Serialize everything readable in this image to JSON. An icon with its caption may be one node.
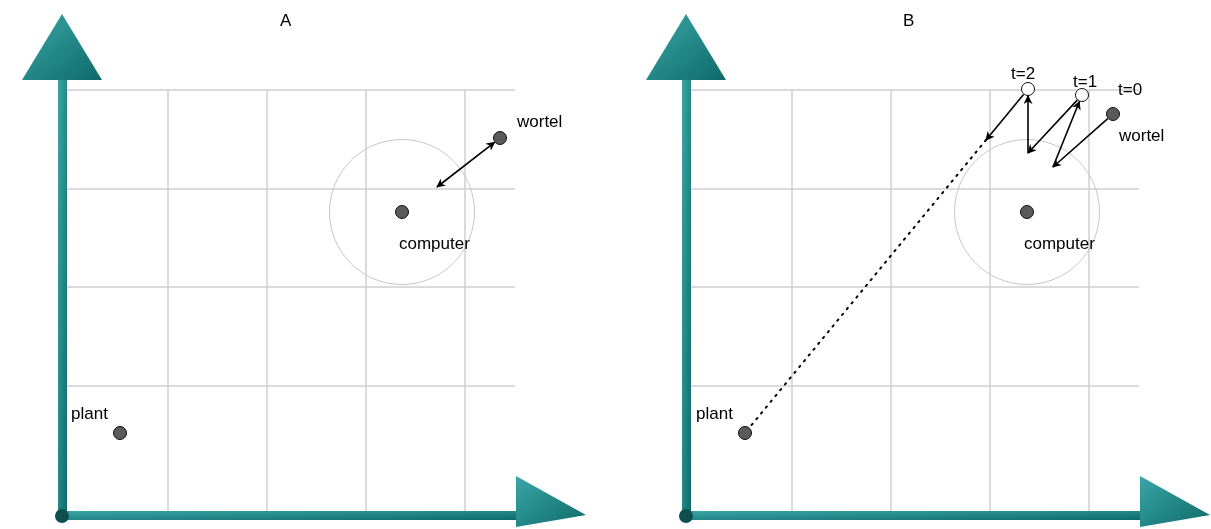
{
  "diagram": {
    "nodes": [
      {
        "text": [
          "plant"
        ]
      },
      {
        "text": [
          "computer"
        ]
      },
      {
        "text": [
          "wortel"
        ]
      },
      {
        "text": [
          "plant"
        ]
      },
      {
        "text": [
          "computer"
        ]
      },
      {
        "text": [
          "t=0",
          "wortel"
        ]
      },
      {
        "text": [
          "t=1"
        ]
      },
      {
        "text": [
          "t=2"
        ]
      }
    ],
    "edges": [
      {
        "from": 2,
        "to": 1,
        "arrow": "both"
      },
      {
        "from": 5,
        "to": 4,
        "arrow": "to"
      },
      {
        "from": 4,
        "to": 6,
        "arrow": "to"
      },
      {
        "from": 6,
        "to": 4,
        "arrow": "to"
      },
      {
        "from": 4,
        "to": 7,
        "arrow": "to"
      },
      {
        "from": 7,
        "to": 4,
        "arrow": "to"
      },
      {
        "from": 4,
        "to": 3,
        "arrow": "none",
        "style": "dashed"
      }
    ],
    "labels": [
      "A",
      "B"
    ]
  }
}
